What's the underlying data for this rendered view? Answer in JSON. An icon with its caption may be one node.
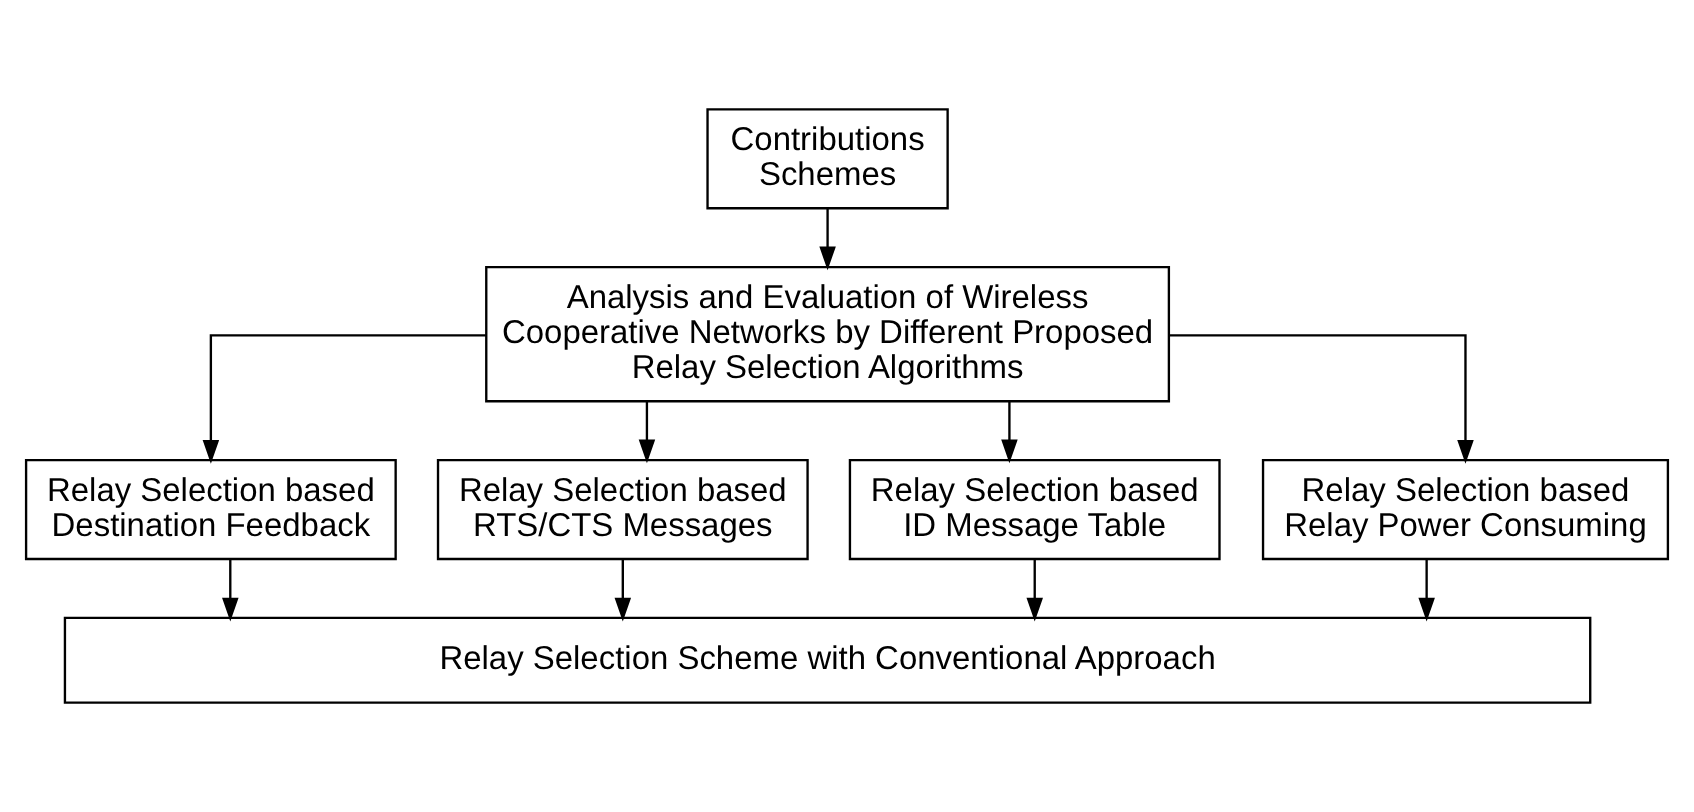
{
  "diagram": {
    "nodes": [
      {
        "text": [
          "Contributions Schemes"
        ]
      },
      {
        "text": [
          "Analysis and Evaluation of Wireless Cooperative Networks by Different Proposed Relay Selection Algorithms"
        ]
      },
      {
        "text": [
          "Relay Selection based Destination Feedback"
        ]
      },
      {
        "text": [
          "Relay Selection based RTS/CTS Messages"
        ]
      },
      {
        "text": [
          "Relay Selection based ID Message Table"
        ]
      },
      {
        "text": [
          "Relay Selection based Relay Power Consuming"
        ]
      },
      {
        "text": [
          "Relay Selection Scheme with Conventional Approach"
        ]
      }
    ],
    "edges": [
      {
        "from": 0,
        "to": 1,
        "arrow": "to"
      },
      {
        "from": 1,
        "to": 2,
        "arrow": "to"
      },
      {
        "from": 1,
        "to": 3,
        "arrow": "to"
      },
      {
        "from": 1,
        "to": 4,
        "arrow": "to"
      },
      {
        "from": 1,
        "to": 5,
        "arrow": "to"
      },
      {
        "from": 2,
        "to": 6,
        "arrow": "to"
      },
      {
        "from": 3,
        "to": 6,
        "arrow": "to"
      },
      {
        "from": 4,
        "to": 6,
        "arrow": "to"
      },
      {
        "from": 5,
        "to": 6,
        "arrow": "to"
      }
    ]
  }
}
